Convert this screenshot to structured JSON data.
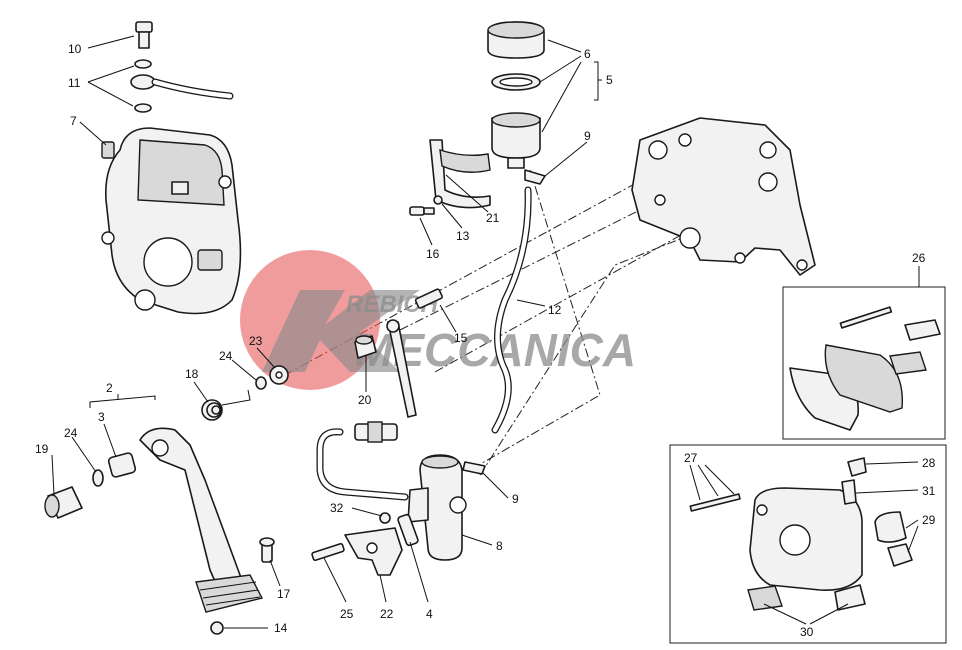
{
  "watermark": {
    "line1": "REBICH",
    "line2": "MECCANICA",
    "disc_color": "#e85a5a",
    "text_color": "#8c8c8c"
  },
  "callouts": [
    {
      "id": "c10",
      "text": "10"
    },
    {
      "id": "c11",
      "text": "11"
    },
    {
      "id": "c7",
      "text": "7"
    },
    {
      "id": "c6",
      "text": "6"
    },
    {
      "id": "c5",
      "text": "5"
    },
    {
      "id": "c9a",
      "text": "9"
    },
    {
      "id": "c21",
      "text": "21"
    },
    {
      "id": "c13",
      "text": "13"
    },
    {
      "id": "c16",
      "text": "16"
    },
    {
      "id": "c12",
      "text": "12"
    },
    {
      "id": "c15",
      "text": "15"
    },
    {
      "id": "c23",
      "text": "23"
    },
    {
      "id": "c24a",
      "text": "24"
    },
    {
      "id": "c18",
      "text": "18"
    },
    {
      "id": "c20",
      "text": "20"
    },
    {
      "id": "c2",
      "text": "2"
    },
    {
      "id": "c3",
      "text": "3"
    },
    {
      "id": "c24b",
      "text": "24"
    },
    {
      "id": "c19",
      "text": "19"
    },
    {
      "id": "c9b",
      "text": "9"
    },
    {
      "id": "c32",
      "text": "32"
    },
    {
      "id": "c8",
      "text": "8"
    },
    {
      "id": "c17",
      "text": "17"
    },
    {
      "id": "c14",
      "text": "14"
    },
    {
      "id": "c25",
      "text": "25"
    },
    {
      "id": "c22",
      "text": "22"
    },
    {
      "id": "c4",
      "text": "4"
    },
    {
      "id": "c26",
      "text": "26"
    },
    {
      "id": "c27",
      "text": "27"
    },
    {
      "id": "c28",
      "text": "28"
    },
    {
      "id": "c31",
      "text": "31"
    },
    {
      "id": "c29",
      "text": "29"
    },
    {
      "id": "c30",
      "text": "30"
    }
  ]
}
